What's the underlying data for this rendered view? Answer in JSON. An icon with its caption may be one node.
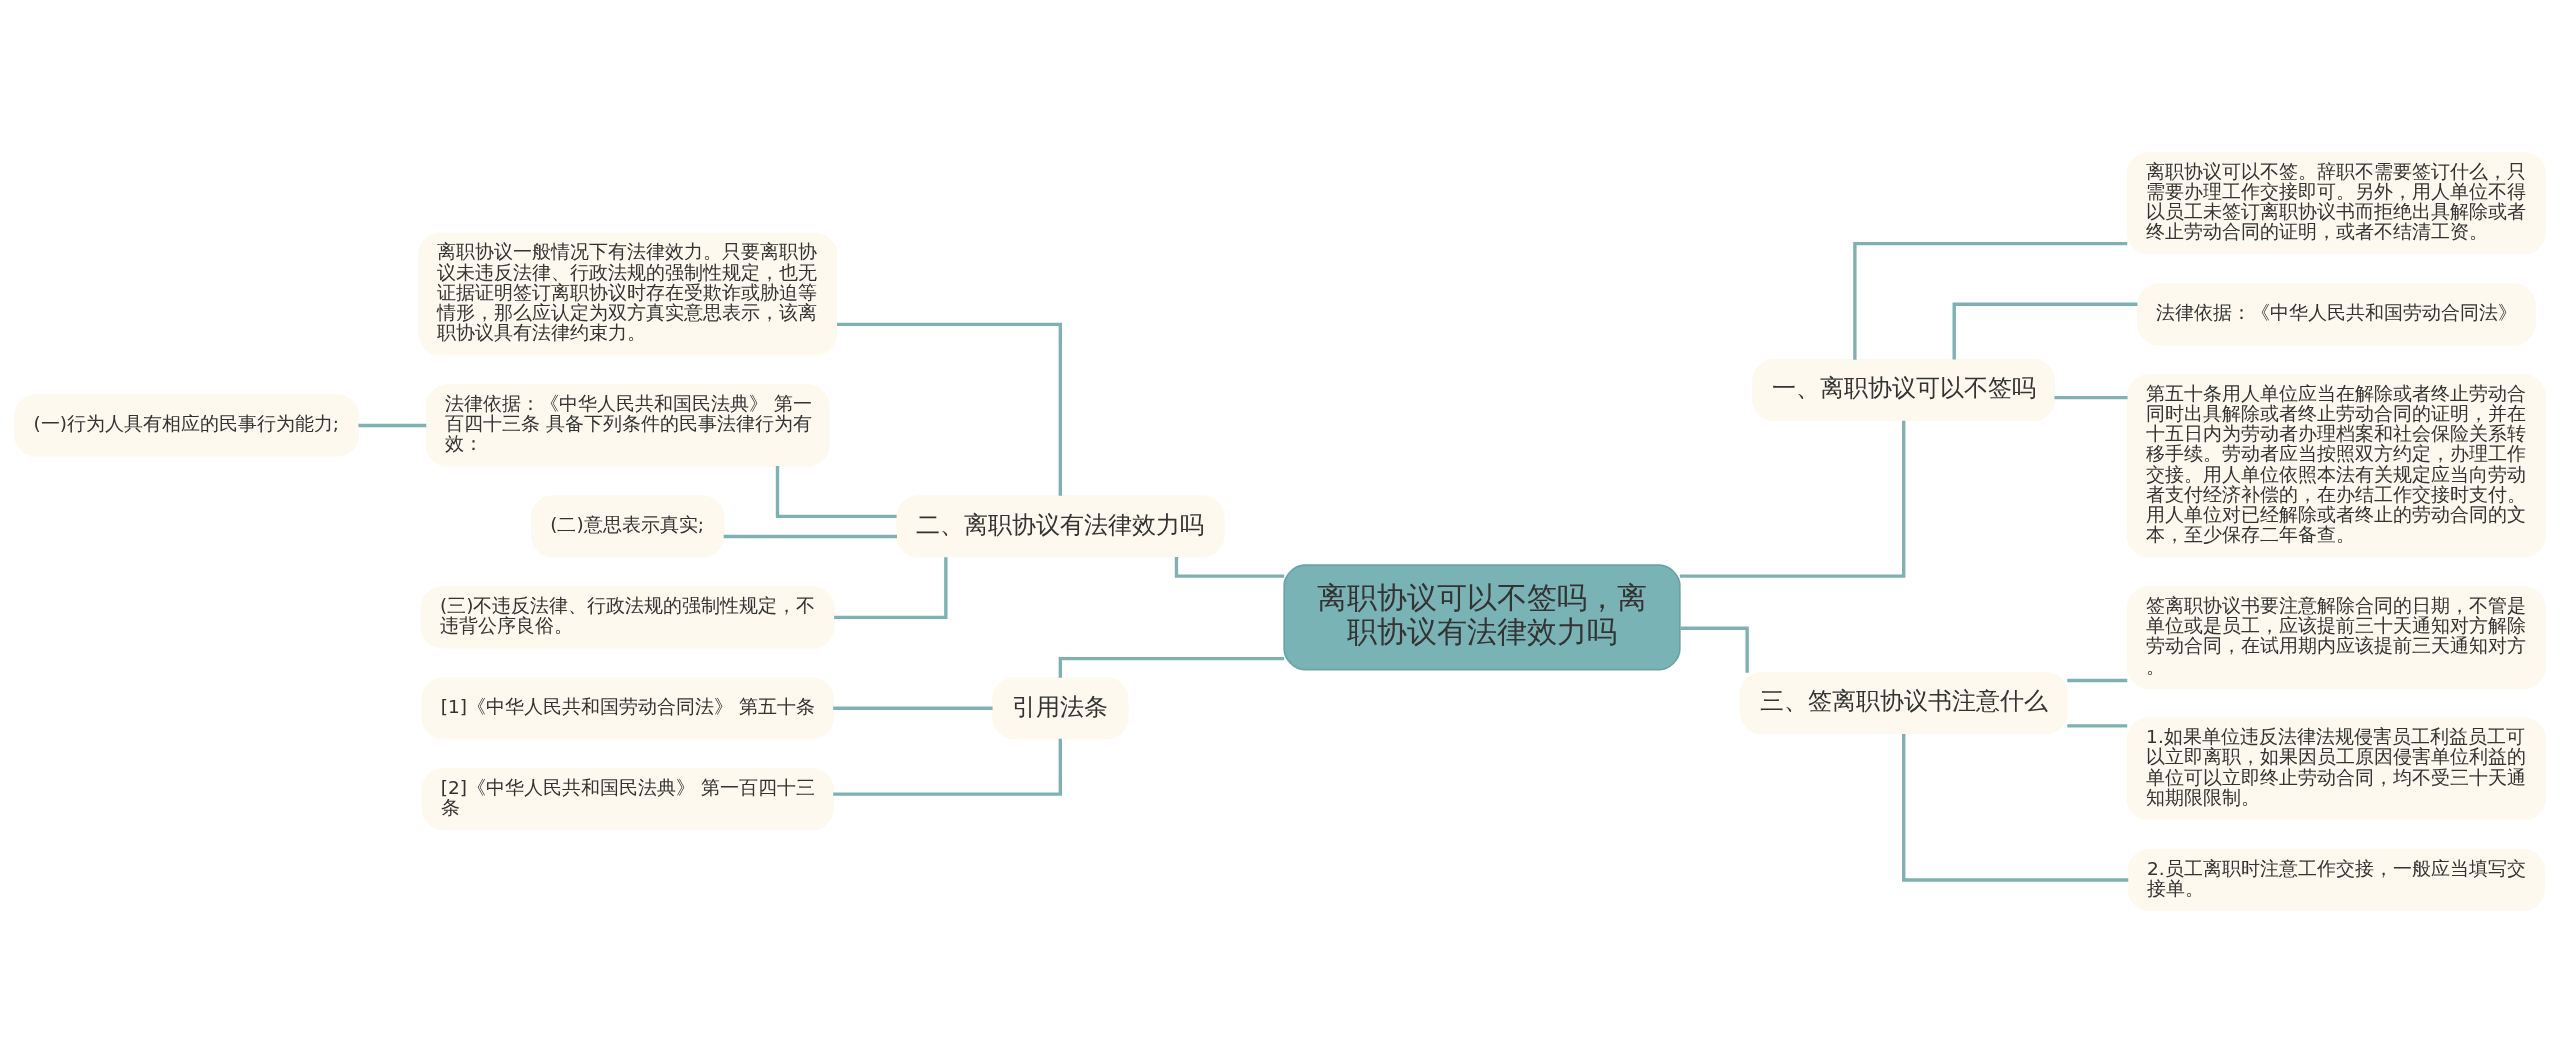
{
  "diagram": {
    "nodes": [
      {
        "text": [
          "离职协议可以不签吗，离职协议有法律效力吗"
        ]
      },
      {
        "text": [
          "一、离职协议可以不签吗"
        ]
      },
      {
        "text": [
          "离职协议可以不签。辞职不需要签订什么，只需要办理工作交接即可。另外，用人单位不得以员工未签订离职协议书而拒绝出具解除或者终止劳动合同的证明，或者不结清工资。"
        ]
      },
      {
        "text": [
          "法律依据：《中华人民共和国劳动合同法》"
        ]
      },
      {
        "text": [
          "第五十条用人单位应当在解除或者终止劳动合同时出具解除或者终止劳动合同的证明，并在十五日内为劳动者办理档案和社会保险关系转移手续。劳动者应当按照双方约定，办理工作交接。用人单位依照本法有关规定应当向劳动者支付经济补偿的，在办结工作交接时支付。用人单位对已经解除或者终止的劳动合同的文本，至少保存二年备查。"
        ]
      },
      {
        "text": [
          "三、签离职协议书注意什么"
        ]
      },
      {
        "text": [
          "签离职协议书要注意解除合同的日期，不管是单位或是员工，应该提前三十天通知对方解除劳动合同，在试用期内应该提前三天通知对方。"
        ]
      },
      {
        "text": [
          "1.如果单位违反法律法规侵害员工利益员工可以立即离职，如果因员工原因侵害单位利益的单位可以立即终止劳动合同，均不受三十天通知期限限制。"
        ]
      },
      {
        "text": [
          "2.员工离职时注意工作交接，一般应当填写交接单。"
        ]
      },
      {
        "text": [
          "二、离职协议有法律效力吗"
        ]
      },
      {
        "text": [
          "离职协议一般情况下有法律效力。只要离职协议未违反法律、行政法规的强制性规定，也无证据证明签订离职协议时存在受欺诈或胁迫等情形，那么应认定为双方真实意思表示，该离职协议具有法律约束力。"
        ]
      },
      {
        "text": [
          "法律依据：《中华人民共和国民法典》 第一百四十三条 具备下列条件的民事法律行为有效："
        ]
      },
      {
        "text": [
          "(一)行为人具有相应的民事行为能力;"
        ]
      },
      {
        "text": [
          "(二)意思表示真实;"
        ]
      },
      {
        "text": [
          "(三)不违反法律、行政法规的强制性规定，不违背公序良俗。"
        ]
      },
      {
        "text": [
          "引用法条"
        ]
      },
      {
        "text": [
          "[1]《中华人民共和国劳动合同法》 第五十条"
        ]
      },
      {
        "text": [
          "[2]《中华人民共和国民法典》 第一百四十三条"
        ]
      }
    ],
    "edges": [
      {
        "from": 0,
        "to": 1,
        "arrow": "none"
      },
      {
        "from": 1,
        "to": 2,
        "arrow": "none"
      },
      {
        "from": 1,
        "to": 3,
        "arrow": "none"
      },
      {
        "from": 1,
        "to": 4,
        "arrow": "none"
      },
      {
        "from": 0,
        "to": 5,
        "arrow": "none"
      },
      {
        "from": 5,
        "to": 6,
        "arrow": "none"
      },
      {
        "from": 5,
        "to": 7,
        "arrow": "none"
      },
      {
        "from": 5,
        "to": 8,
        "arrow": "none"
      },
      {
        "from": 0,
        "to": 9,
        "arrow": "none"
      },
      {
        "from": 9,
        "to": 10,
        "arrow": "none"
      },
      {
        "from": 9,
        "to": 11,
        "arrow": "none"
      },
      {
        "from": 11,
        "to": 12,
        "arrow": "none"
      },
      {
        "from": 9,
        "to": 13,
        "arrow": "none"
      },
      {
        "from": 9,
        "to": 14,
        "arrow": "none"
      },
      {
        "from": 0,
        "to": 15,
        "arrow": "none"
      },
      {
        "from": 15,
        "to": 16,
        "arrow": "none"
      },
      {
        "from": 15,
        "to": 17,
        "arrow": "none"
      }
    ]
  }
}
